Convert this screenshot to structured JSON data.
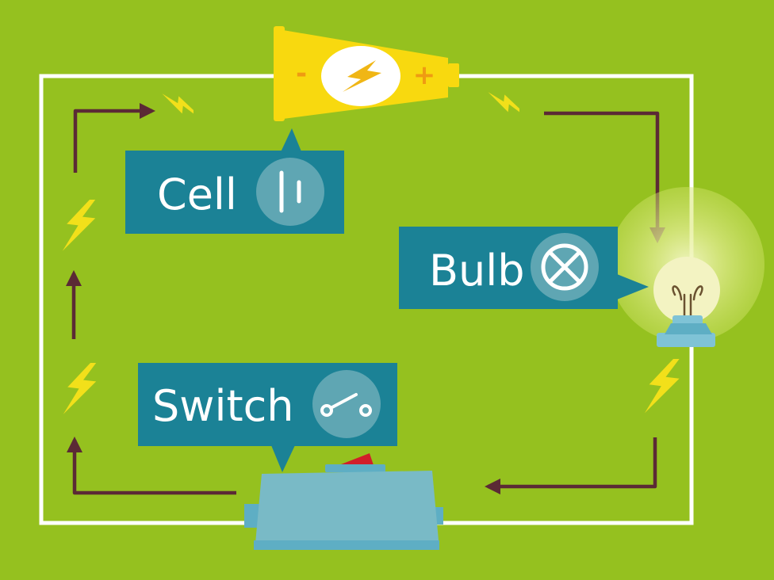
{
  "colors": {
    "background": "#95c11f",
    "wire": "#ffffff",
    "label_box": "#1b8296",
    "icon_circle": "#5fa6b3",
    "current_arrow": "#5b2a35",
    "bolt": "#f2e01a",
    "battery_body": "#f8d90f",
    "switch_body": "#79bac6",
    "switch_lever": "#d11f2a",
    "bulb_glow": "#e6f08a",
    "bulb_base": "#7fc3d6"
  },
  "labels": {
    "cell": {
      "text": "Cell",
      "icon": "cell-symbol-icon"
    },
    "bulb": {
      "text": "Bulb",
      "icon": "lamp-symbol-icon"
    },
    "switch": {
      "text": "Switch",
      "icon": "switch-symbol-icon"
    }
  },
  "battery": {
    "minus": "-",
    "plus": "+",
    "icon": "lightning-icon"
  }
}
